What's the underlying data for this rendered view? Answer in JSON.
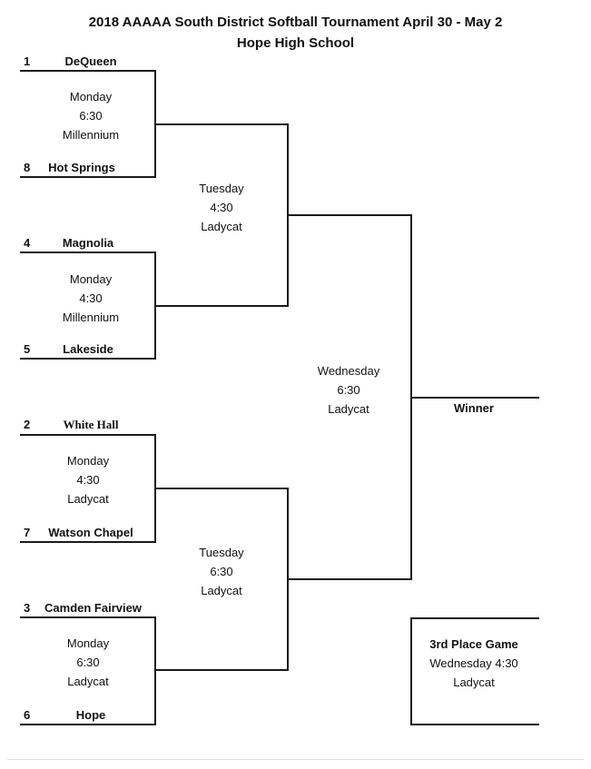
{
  "title": "2018 AAAAA South District Softball Tournament April 30 - May 2",
  "subtitle": "Hope High School",
  "teams": [
    {
      "seed": "1",
      "name": "DeQueen"
    },
    {
      "seed": "8",
      "name": "Hot Springs"
    },
    {
      "seed": "4",
      "name": "Magnolia"
    },
    {
      "seed": "5",
      "name": "Lakeside"
    },
    {
      "seed": "2",
      "name": "White Hall"
    },
    {
      "seed": "7",
      "name": "Watson Chapel"
    },
    {
      "seed": "3",
      "name": "Camden Fairview"
    },
    {
      "seed": "6",
      "name": "Hope"
    }
  ],
  "games": {
    "r1g1": {
      "day": "Monday",
      "time": "6:30",
      "field": "Millennium"
    },
    "r1g2": {
      "day": "Monday",
      "time": "4:30",
      "field": "Millennium"
    },
    "r1g3": {
      "day": "Monday",
      "time": "4:30",
      "field": "Ladycat"
    },
    "r1g4": {
      "day": "Monday",
      "time": "6:30",
      "field": "Ladycat"
    },
    "r2g1": {
      "day": "Tuesday",
      "time": "4:30",
      "field": "Ladycat"
    },
    "r2g2": {
      "day": "Tuesday",
      "time": "6:30",
      "field": "Ladycat"
    },
    "final": {
      "day": "Wednesday",
      "time": "6:30",
      "field": "Ladycat"
    }
  },
  "winner_label": "Winner",
  "third_place": {
    "title": "3rd Place Game",
    "when": "Wednesday 4:30",
    "field": "Ladycat"
  }
}
